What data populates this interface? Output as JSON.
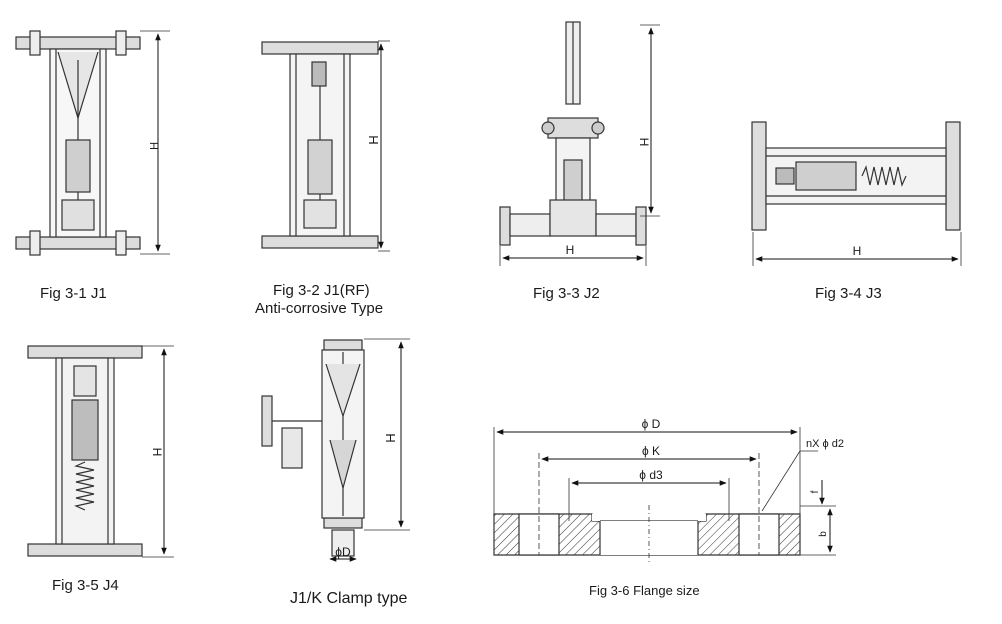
{
  "figures": [
    {
      "id": "fig-3-1",
      "caption": "Fig 3-1 J1",
      "dimension_label": "H"
    },
    {
      "id": "fig-3-2",
      "caption": "Fig 3-2 J1(RF)",
      "subcaption": "Anti-corrosive Type",
      "dimension_label": "H"
    },
    {
      "id": "fig-3-3",
      "caption": "Fig 3-3 J2",
      "dimension_label_vertical": "H",
      "dimension_label_horizontal": "H"
    },
    {
      "id": "fig-3-4",
      "caption": "Fig 3-4 J3",
      "dimension_label": "H"
    },
    {
      "id": "fig-3-5",
      "caption": "Fig 3-5 J4",
      "dimension_label": "H"
    },
    {
      "id": "fig-j1k",
      "caption": "J1/K Clamp type",
      "dimension_label": "H",
      "diameter_label": "ϕD"
    },
    {
      "id": "fig-3-6",
      "caption": "Fig 3-6 Flange size",
      "labels": {
        "outer_diameter": "ϕ D",
        "bolt_circle": "ϕ K",
        "bore": "ϕ d3",
        "holes": "nX ϕ d2",
        "f": "f",
        "b": "b"
      }
    }
  ]
}
